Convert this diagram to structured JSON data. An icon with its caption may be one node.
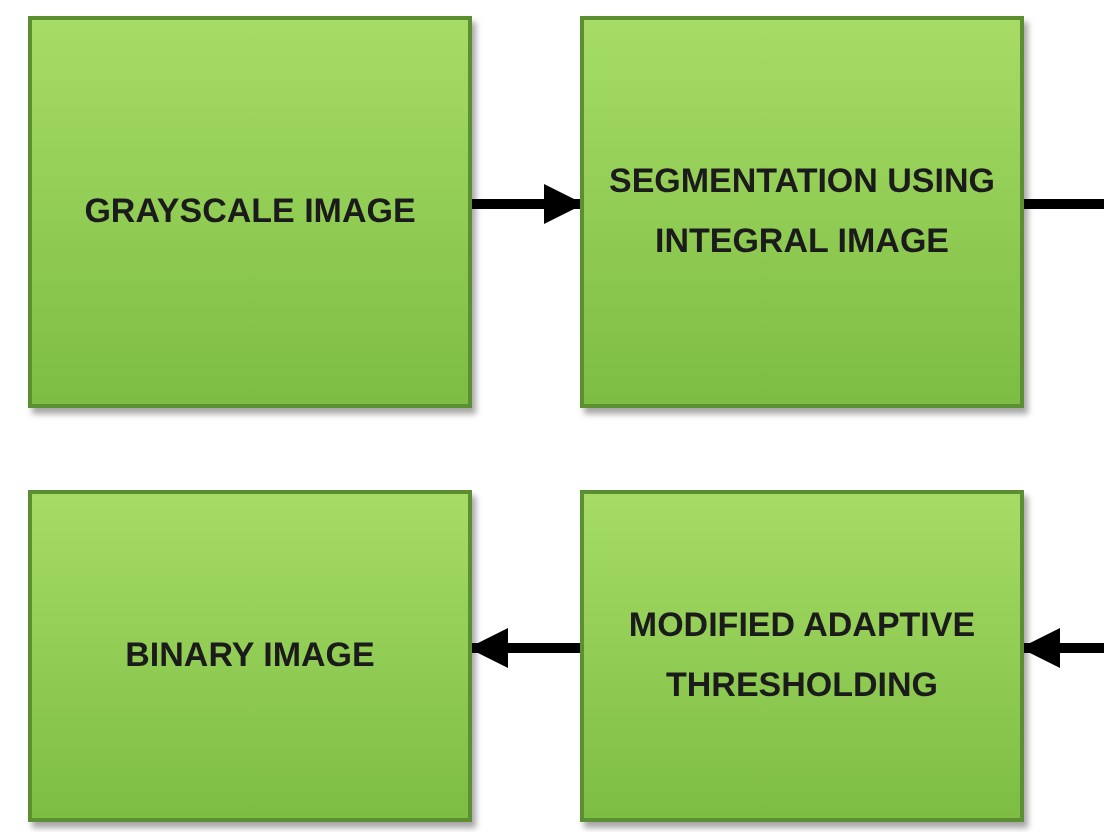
{
  "diagram": {
    "nodes": [
      {
        "text": [
          "GRAYSCALE IMAGE"
        ]
      },
      {
        "text": [
          "SEGMENTATION USING INTEGRAL IMAGE"
        ]
      },
      {
        "text": [
          "BINARY IMAGE"
        ]
      },
      {
        "text": [
          "MODIFIED ADAPTIVE THRESHOLDING"
        ]
      }
    ],
    "edges": [
      {
        "from": 0,
        "to": 1,
        "arrow": "to"
      },
      {
        "from": 1,
        "to": null,
        "arrow": "none"
      },
      {
        "from": null,
        "to": 3,
        "arrow": "to"
      },
      {
        "from": 3,
        "to": 2,
        "arrow": "to"
      }
    ]
  }
}
